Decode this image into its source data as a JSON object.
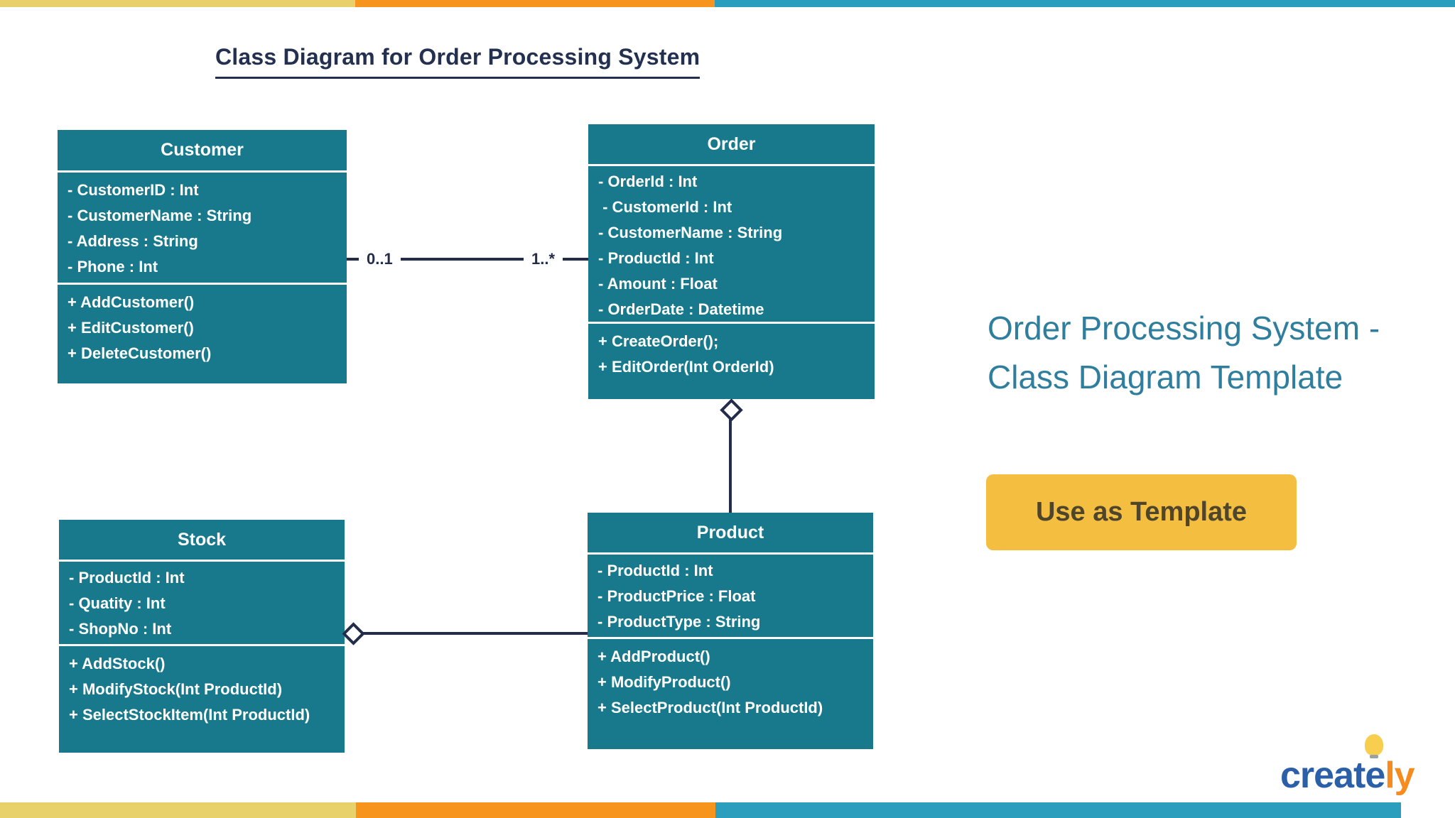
{
  "slide": {
    "title": "Class Diagram for Order Processing System"
  },
  "classes": [
    {
      "name": "Customer",
      "attributes": [
        "- CustomerID : Int",
        "- CustomerName : String",
        "- Address : String",
        "- Phone : Int"
      ],
      "methods": [
        "+ AddCustomer()",
        "+ EditCustomer()",
        "+ DeleteCustomer()"
      ]
    },
    {
      "name": "Order",
      "attributes": [
        "- OrderId : Int",
        " - CustomerId : Int",
        "- CustomerName : String",
        "- ProductId : Int",
        "- Amount : Float",
        "- OrderDate : Datetime"
      ],
      "methods": [
        "+ CreateOrder();",
        "+ EditOrder(Int OrderId)"
      ]
    },
    {
      "name": "Stock",
      "attributes": [
        "- ProductId : Int",
        "- Quatity : Int",
        "- ShopNo : Int"
      ],
      "methods": [
        "+ AddStock()",
        "+ ModifyStock(Int ProductId)",
        "+ SelectStockItem(Int ProductId)"
      ]
    },
    {
      "name": "Product",
      "attributes": [
        "- ProductId : Int",
        "- ProductPrice : Float",
        "- ProductType : String"
      ],
      "methods": [
        "+ AddProduct()",
        "+ ModifyProduct()",
        "+ SelectProduct(Int ProductId)"
      ]
    }
  ],
  "relationships": {
    "customer_order": {
      "type": "association",
      "from": "Customer",
      "to": "Order",
      "from_multiplicity": "0..1",
      "to_multiplicity": "1..*"
    },
    "order_product": {
      "type": "aggregation",
      "from": "Order",
      "to": "Product"
    },
    "stock_product": {
      "type": "aggregation",
      "from": "Stock",
      "to": "Product"
    }
  },
  "promo": {
    "heading_line1": "Order Processing System -",
    "heading_line2": "Class Diagram Template",
    "button_label": "Use as Template"
  },
  "branding": {
    "logo_primary": "create",
    "logo_secondary": "ly"
  },
  "colors": {
    "class_fill": "#17798b",
    "connector": "#232d49",
    "title_text": "#233050",
    "promo_text": "#2f7e9d",
    "button_bg": "#f4be41",
    "button_text": "#4f452a",
    "bar_yellow": "#e8d06b",
    "bar_orange": "#f7941e",
    "bar_teal": "#2c9ebd",
    "logo_blue": "#2b5fa8",
    "logo_orange": "#f68b1f"
  }
}
